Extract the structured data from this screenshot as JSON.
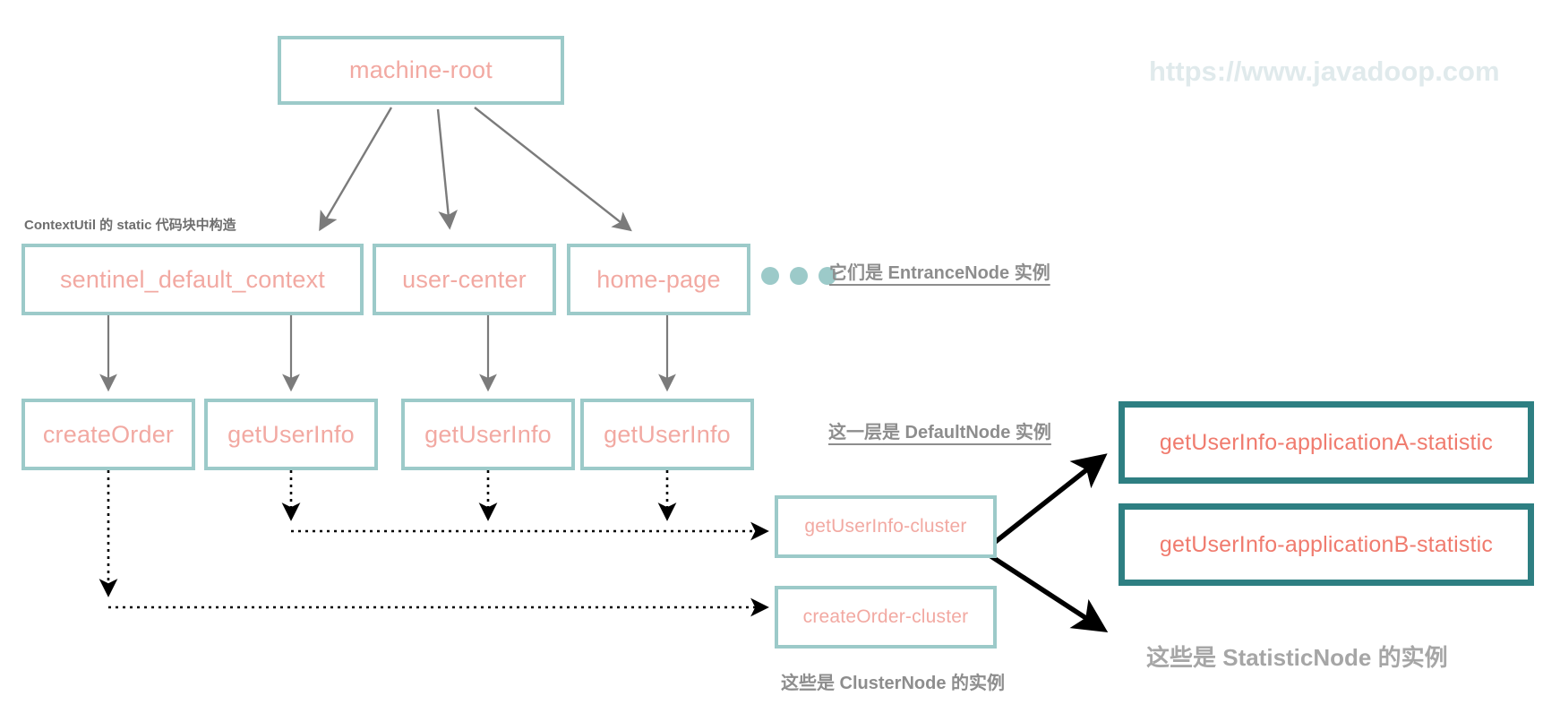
{
  "watermark": {
    "text": "https://www.javadoop.com"
  },
  "colors": {
    "node_border": "#9ccac9",
    "node_text": "#f2a9a2",
    "statistic_border": "#2e7f82",
    "statistic_text": "#f07b6e",
    "arrow_gray": "#7b7b7b",
    "arrow_black": "#000000",
    "label_gray": "#8d8d8d",
    "watermark": "#e0eaec"
  },
  "nodes": {
    "root": {
      "label": "machine-root"
    },
    "entrance": [
      {
        "label": "sentinel_default_context"
      },
      {
        "label": "user-center"
      },
      {
        "label": "home-page"
      }
    ],
    "defaults": [
      {
        "label": "createOrder"
      },
      {
        "label": "getUserInfo"
      },
      {
        "label": "getUserInfo"
      },
      {
        "label": "getUserInfo"
      }
    ],
    "clusters": [
      {
        "label": "getUserInfo-cluster"
      },
      {
        "label": "createOrder-cluster"
      }
    ],
    "statistics": [
      {
        "label": "getUserInfo-applicationA-statistic"
      },
      {
        "label": "getUserInfo-applicationB-statistic"
      }
    ]
  },
  "labels": {
    "context_util": "ContextUtil 的 static 代码块中构造",
    "entrance_note": "它们是 EntranceNode 实例",
    "default_note": "这一层是 DefaultNode 实例",
    "cluster_note": "这些是 ClusterNode 的实例",
    "statistic_note": "这些是 StatisticNode 的实例"
  },
  "decorations": {
    "ellipsis_dots": 3
  }
}
